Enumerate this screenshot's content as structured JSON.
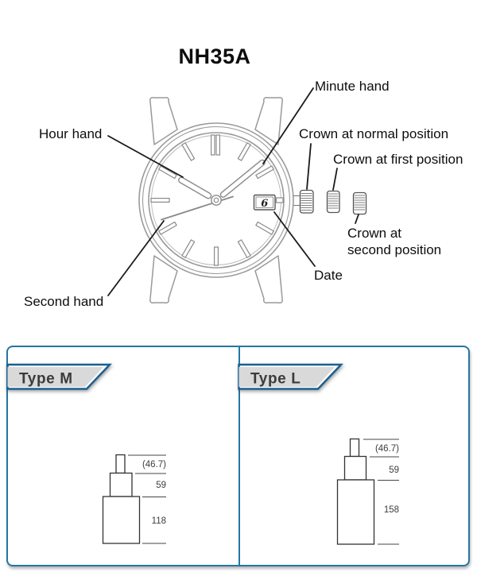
{
  "title": "NH35A",
  "watch": {
    "date_value": "6",
    "labels": {
      "minute_hand": "Minute hand",
      "hour_hand": "Hour hand",
      "crown_normal": "Crown at normal position",
      "crown_first": "Crown at first position",
      "crown_second_line1": "Crown at",
      "crown_second_line2": "second position",
      "date": "Date",
      "second_hand": "Second hand"
    }
  },
  "panels": [
    {
      "label": "Type M",
      "dims": {
        "stem": "(46.7)",
        "mid": "59",
        "body": "118"
      }
    },
    {
      "label": "Type L",
      "dims": {
        "stem": "(46.7)",
        "mid": "59",
        "body": "158"
      }
    }
  ],
  "colors": {
    "panel_border": "#2377a3",
    "banner_border": "#1a6191",
    "banner_fill": "#d9d9d9",
    "line_art_gray": "#9a9a9a",
    "leader_black": "#1a1a1a",
    "dim_text": "#3d3d3d"
  }
}
